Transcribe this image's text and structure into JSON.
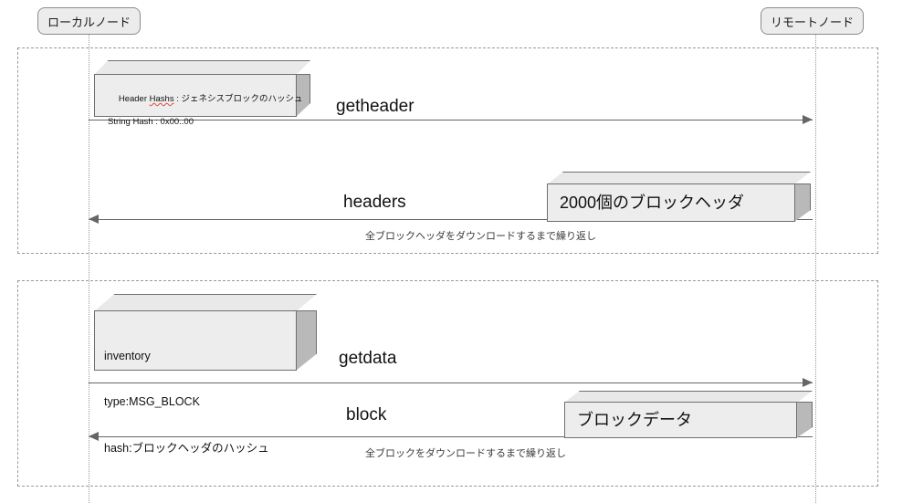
{
  "diagram": {
    "title": "Blockchain header and block download sequence",
    "participants": [
      {
        "id": "local",
        "label": "ローカルノード"
      },
      {
        "id": "remote",
        "label": "リモートノード"
      }
    ],
    "fragments": [
      {
        "id": "headers-loop",
        "repeat_note": "全ブロックヘッダをダウンロードするまで繰り返し"
      },
      {
        "id": "blocks-loop",
        "repeat_note": "全ブロックをダウンロードするまで繰り返し"
      }
    ],
    "messages": [
      {
        "id": "getheader",
        "label": "getheader",
        "from": "local",
        "to": "remote",
        "direction": "right"
      },
      {
        "id": "headers",
        "label": "headers",
        "from": "remote",
        "to": "local",
        "direction": "left"
      },
      {
        "id": "getdata",
        "label": "getdata",
        "from": "local",
        "to": "remote",
        "direction": "right"
      },
      {
        "id": "block",
        "label": "block",
        "from": "remote",
        "to": "local",
        "direction": "left"
      }
    ],
    "notes": {
      "header_hash": {
        "line1_prefix": "Header ",
        "line1_misspelled": "Hashs",
        "line1_suffix": " : ジェネシスブロックのハッシュ",
        "line2": "String Hash : 0x00..00"
      },
      "headers_payload": {
        "text": "2000個のブロックヘッダ"
      },
      "inventory": {
        "line1": "inventory",
        "line2": "type:MSG_BLOCK",
        "line3": "hash:ブロックヘッダのハッシュ"
      },
      "block_payload": {
        "text": "ブロックデータ"
      }
    },
    "colors": {
      "note_face": "#ededed",
      "note_side": "#b9b9b9",
      "note_border": "#6f6f6f",
      "participant_fill": "#ececec",
      "participant_border": "#8c8c8c",
      "frame_border": "#9a9a9a",
      "arrow": "#666666",
      "spellcheck_underline": "#e04b3a"
    }
  }
}
